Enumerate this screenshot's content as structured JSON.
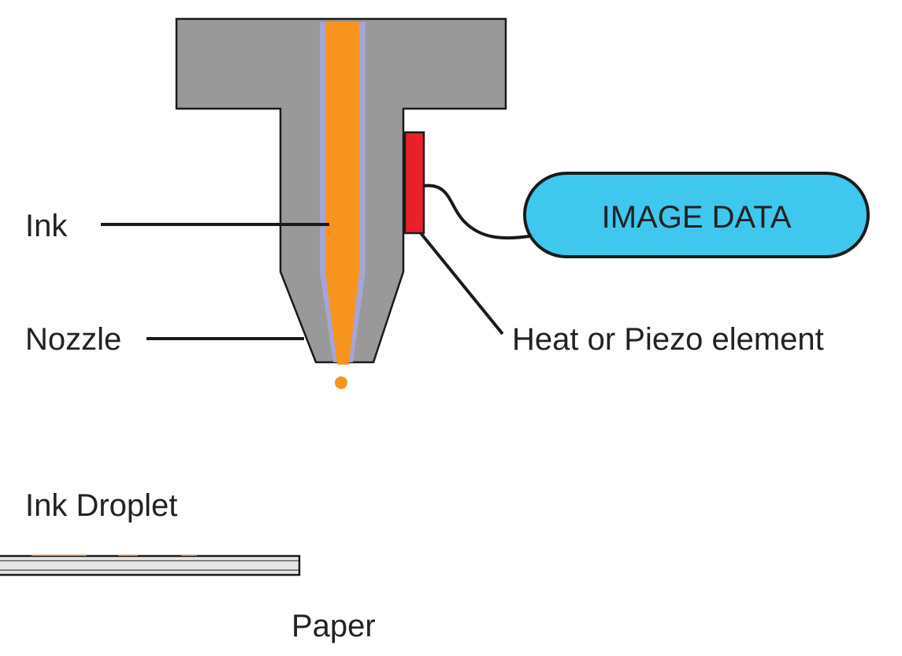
{
  "labels": {
    "ink": "Ink",
    "nozzle": "Nozzle",
    "ink_droplet": "Ink Droplet",
    "paper": "Paper",
    "heat_element": "Heat or Piezo element",
    "image_data": "IMAGE DATA"
  },
  "colors": {
    "nozzle_body": "#999999",
    "ink": "#f7941d",
    "ink_edge": "#a5a5d6",
    "heat_element": "#e8202a",
    "image_data_fill": "#3fc7ee",
    "line": "#1a1a1a",
    "paper_fill": "#e6e6e6"
  }
}
